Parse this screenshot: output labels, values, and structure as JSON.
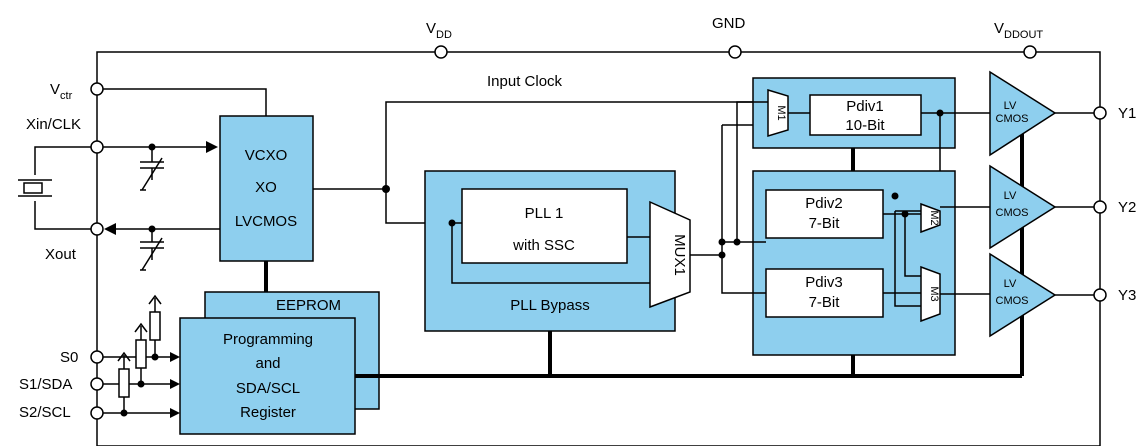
{
  "supply": {
    "vdd": "V",
    "vdd_sub": "DD",
    "gnd": "GND",
    "vddout": "V",
    "vddout_sub": "DDOUT"
  },
  "pins_left": {
    "vctr": "V",
    "vctr_sub": "ctr",
    "xin": "Xin/CLK",
    "xout": "Xout",
    "s0": "S0",
    "s1": "S1/SDA",
    "s2": "S2/SCL"
  },
  "pins_right": {
    "y1": "Y1",
    "y2": "Y2",
    "y3": "Y3"
  },
  "signals": {
    "input_clock": "Input Clock"
  },
  "vcxo": {
    "line1": "VCXO",
    "line2": "XO",
    "line3": "LVCMOS"
  },
  "eeprom": "EEPROM",
  "programming": {
    "line1": "Programming",
    "line2": "and",
    "line3": "SDA/SCL",
    "line4": "Register"
  },
  "pll_block": {
    "pll_line1": "PLL 1",
    "pll_line2": "with SSC",
    "mux": "MUX1",
    "bypass": "PLL Bypass"
  },
  "dividers": {
    "pdiv1": {
      "line1": "Pdiv1",
      "line2": "10-Bit",
      "mux": "M1"
    },
    "pdiv2": {
      "line1": "Pdiv2",
      "line2": "7-Bit",
      "mux": "M2"
    },
    "pdiv3": {
      "line1": "Pdiv3",
      "line2": "7-Bit",
      "mux": "M3"
    }
  },
  "buffers": {
    "line1": "LV",
    "line2": "CMOS"
  },
  "colors": {
    "block_fill": "#8ecfee",
    "line": "#000000",
    "background": "#ffffff"
  }
}
